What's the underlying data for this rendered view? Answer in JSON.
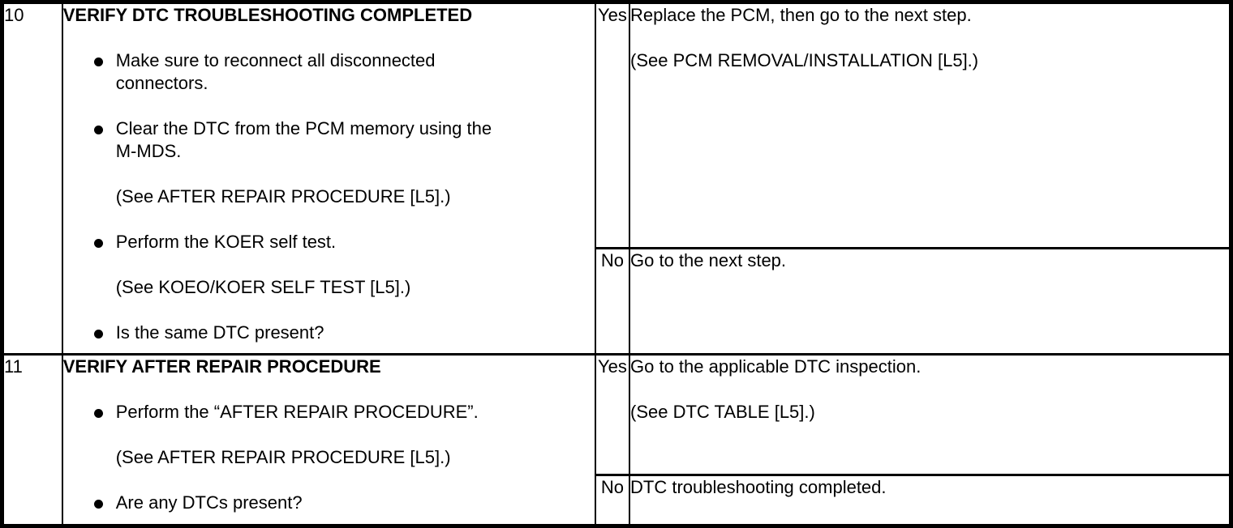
{
  "colors": {
    "text": "#000000",
    "background": "#ffffff",
    "border": "#000000"
  },
  "table": {
    "steps": [
      {
        "step": "10",
        "title": "VERIFY DTC TROUBLESHOOTING COMPLETED",
        "items": [
          {
            "type": "bullet",
            "text": "Make sure to reconnect all disconnected\nconnectors."
          },
          {
            "type": "bullet",
            "text": "Clear the DTC from the PCM memory using the\nM-MDS."
          },
          {
            "type": "note",
            "text": "(See AFTER REPAIR PROCEDURE [L5].)"
          },
          {
            "type": "bullet",
            "text": "Perform the KOER self test."
          },
          {
            "type": "note",
            "text": "(See KOEO/KOER SELF TEST [L5].)"
          },
          {
            "type": "bullet",
            "text": "Is the same DTC present?"
          }
        ],
        "yes": {
          "label": "Yes",
          "lines": [
            "Replace the PCM, then go to the next step.",
            "(See PCM REMOVAL/INSTALLATION [L5].)"
          ]
        },
        "no": {
          "label": "No",
          "lines": [
            "Go to the next step."
          ]
        }
      },
      {
        "step": "11",
        "title": "VERIFY AFTER REPAIR PROCEDURE",
        "items": [
          {
            "type": "bullet",
            "text": "Perform the “AFTER REPAIR PROCEDURE”."
          },
          {
            "type": "note",
            "text": "(See AFTER REPAIR PROCEDURE [L5].)"
          },
          {
            "type": "bullet",
            "text": "Are any DTCs present?"
          }
        ],
        "yes": {
          "label": "Yes",
          "lines": [
            "Go to the applicable DTC inspection.",
            "(See DTC TABLE [L5].)"
          ]
        },
        "no": {
          "label": "No",
          "lines": [
            "DTC troubleshooting completed."
          ]
        }
      }
    ]
  }
}
